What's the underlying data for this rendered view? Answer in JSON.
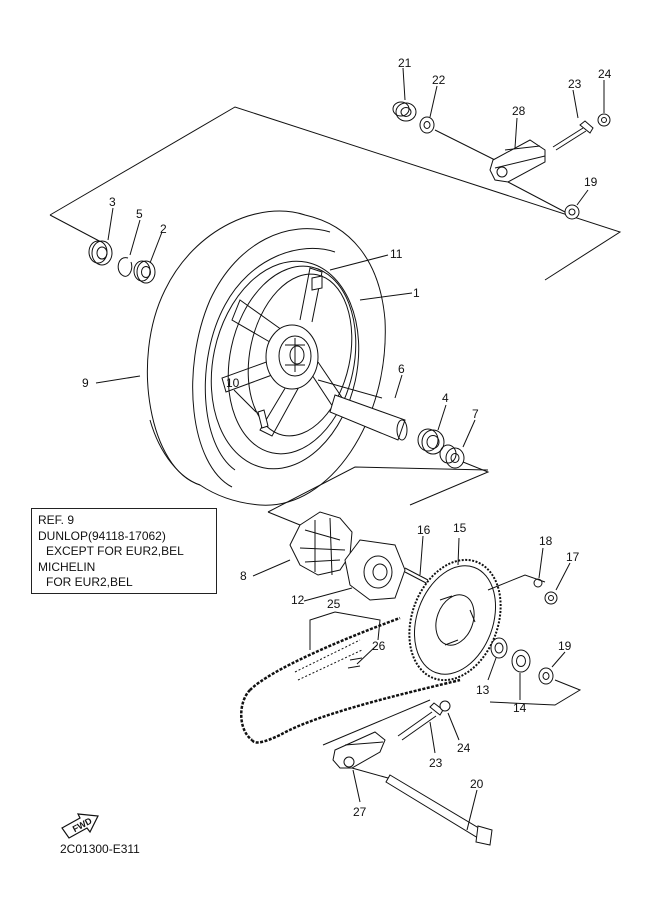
{
  "reference": {
    "title": "REF. 9",
    "line1": "DUNLOP(94118-17062)",
    "line2": "EXCEPT FOR EUR2,BEL",
    "line3": "MICHELIN",
    "line4": "FOR EUR2,BEL"
  },
  "direction_label": "FWD",
  "diagram_code": "2C01300-E311",
  "callouts": {
    "c1": "1",
    "c2": "2",
    "c3": "3",
    "c4": "4",
    "c5": "5",
    "c6": "6",
    "c7": "7",
    "c8": "8",
    "c9": "9",
    "c10": "10",
    "c11": "11",
    "c12": "12",
    "c13": "13",
    "c14": "14",
    "c15": "15",
    "c16": "16",
    "c17": "17",
    "c18": "18",
    "c19a": "19",
    "c19b": "19",
    "c20": "20",
    "c21": "21",
    "c22": "22",
    "c23a": "23",
    "c23b": "23",
    "c24a": "24",
    "c24b": "24",
    "c25": "25",
    "c26": "26",
    "c27": "27",
    "c28": "28"
  }
}
